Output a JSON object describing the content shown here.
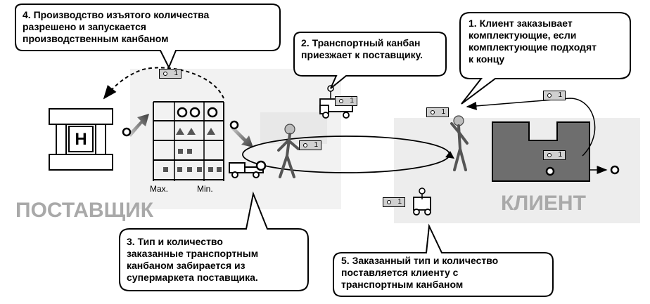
{
  "colors": {
    "ink": "#000000",
    "grey_label": "#a9a9a9",
    "card_fill": "#d0d0d0",
    "factory_fill": "#6e6e6e",
    "backdrop": "#e4e4e4"
  },
  "labels": {
    "supplier": "ПОСТАВЩИК",
    "client": "КЛИЕНТ",
    "max": "Max.",
    "min": "Min."
  },
  "kanban_card": {
    "number": "1"
  },
  "callouts": {
    "c1": [
      "1. Клиент заказывает",
      "комплектующие, если",
      "комплектующие подходят",
      "к концу"
    ],
    "c2": [
      "2. Транспортный канбан",
      "приезжает к поставщику."
    ],
    "c3": [
      "3. Тип и количество",
      "заказанные транспортным",
      "канбаном забирается из",
      "супермаркета поставщика."
    ],
    "c4": [
      "4. Производство изъятого количества",
      "разрешено и запускается",
      "производственным канбаном"
    ],
    "c5": [
      "5. Заказанный тип и количество",
      "поставляется клиенту с",
      "транспортным канбаном"
    ]
  }
}
